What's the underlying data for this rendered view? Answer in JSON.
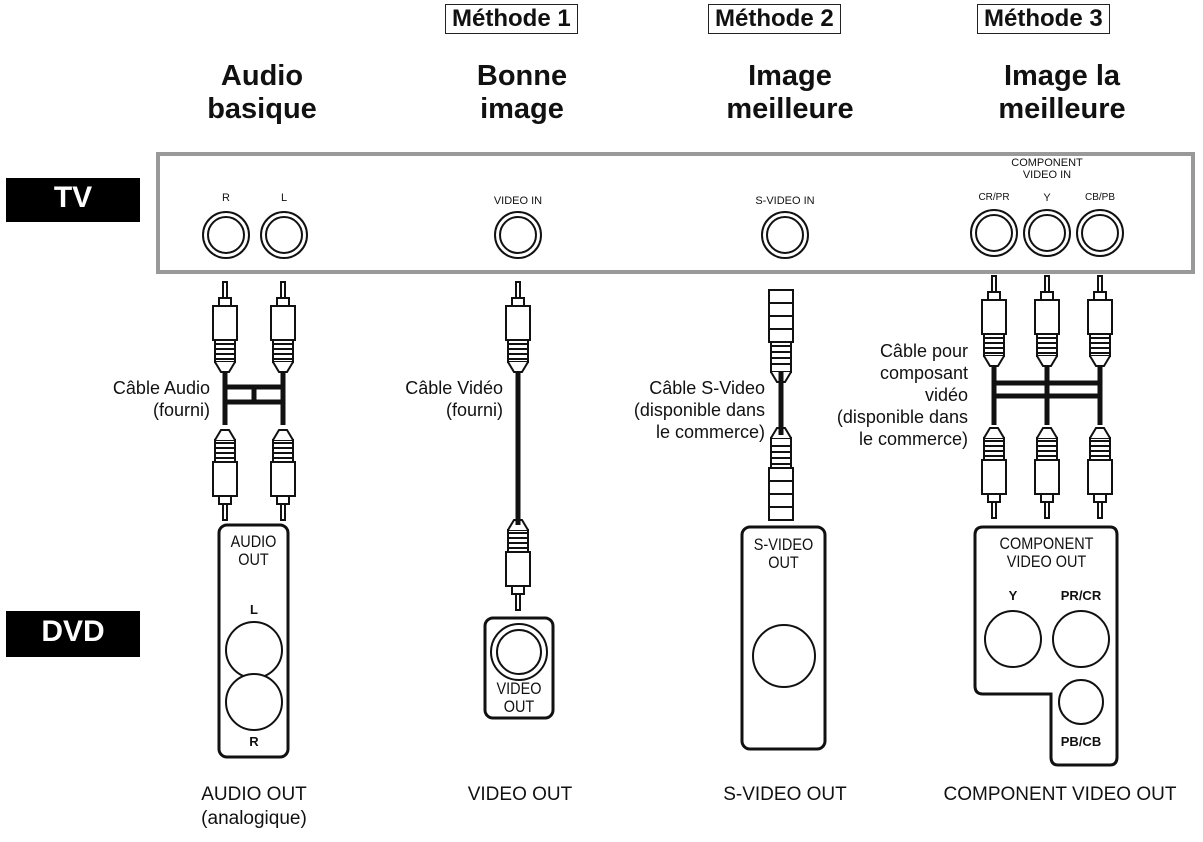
{
  "headers": {
    "basic": "Audio\nbasique",
    "m1": "Bonne\nimage",
    "m2": "Image\nmeilleure",
    "m3": "Image la\nmeilleure"
  },
  "methods": {
    "m1": "Méthode 1",
    "m2": "Méthode 2",
    "m3": "Méthode 3"
  },
  "badges": {
    "tv": "TV",
    "dvd": "DVD"
  },
  "tv_jacks": {
    "r": "R",
    "l": "L",
    "video_in": "VIDEO IN",
    "svideo_in": "S-VIDEO IN",
    "component_title": "COMPONENT\nVIDEO IN",
    "cr_pr": "CR/PR",
    "y": "Y",
    "cb_pb": "CB/PB"
  },
  "cable_labels": {
    "audio": "Câble Audio\n(fourni)",
    "video": "Câble Vidéo\n(fourni)",
    "svideo": "Câble S-Video\n(disponible dans\nle commerce)",
    "component": "Câble pour\ncomposant\nvidéo\n(disponible dans\nle commerce)"
  },
  "dvd_jacks": {
    "audio_out": "AUDIO\nOUT",
    "l": "L",
    "r": "R",
    "video_out": "VIDEO\nOUT",
    "svideo_out": "S-VIDEO\nOUT",
    "component_out": "COMPONENT\nVIDEO OUT",
    "y": "Y",
    "pr_cr": "PR/CR",
    "pb_cb": "PB/CB"
  },
  "bottom_labels": {
    "audio": "AUDIO OUT\n(analogique)",
    "video": "VIDEO OUT",
    "svideo": "S-VIDEO OUT",
    "component": "COMPONENT VIDEO OUT"
  }
}
